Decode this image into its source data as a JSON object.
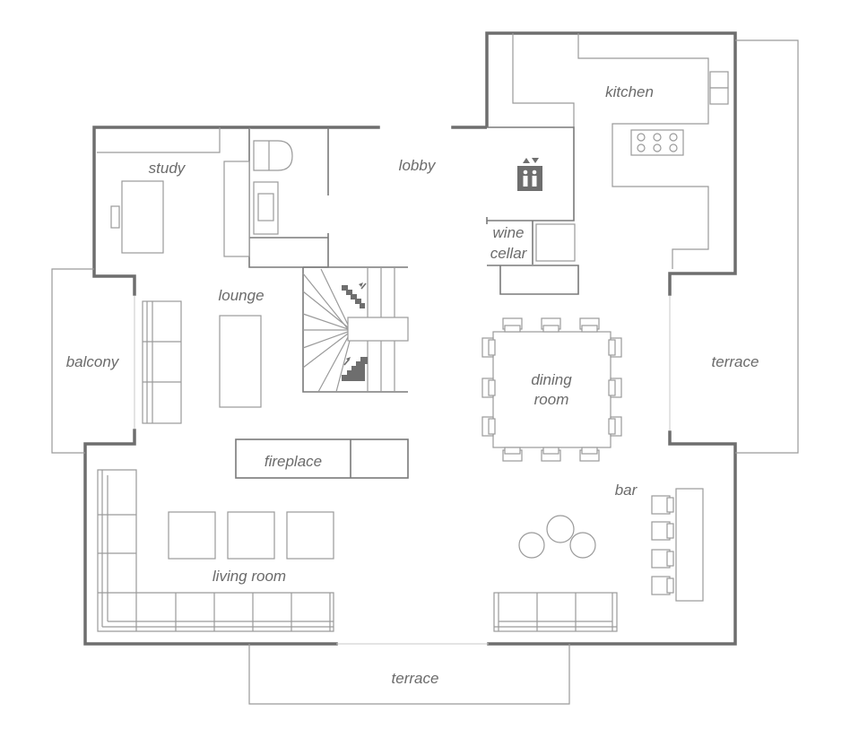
{
  "floor_plan": {
    "rooms": {
      "kitchen": "kitchen",
      "study": "study",
      "lobby": "lobby",
      "wine_cellar_line1": "wine",
      "wine_cellar_line2": "cellar",
      "lounge": "lounge",
      "balcony": "balcony",
      "terrace_east": "terrace",
      "dining_line1": "dining",
      "dining_line2": "room",
      "fireplace": "fireplace",
      "bar": "bar",
      "living_room": "living room",
      "terrace_south": "terrace"
    },
    "colors": {
      "wall": "#6e6e6e",
      "line": "#9a9a9a",
      "text": "#6b6b6b",
      "background": "#ffffff"
    },
    "icons": [
      "elevator-icon",
      "stairs-up-icon",
      "stairs-down-icon",
      "stove-icon"
    ]
  }
}
